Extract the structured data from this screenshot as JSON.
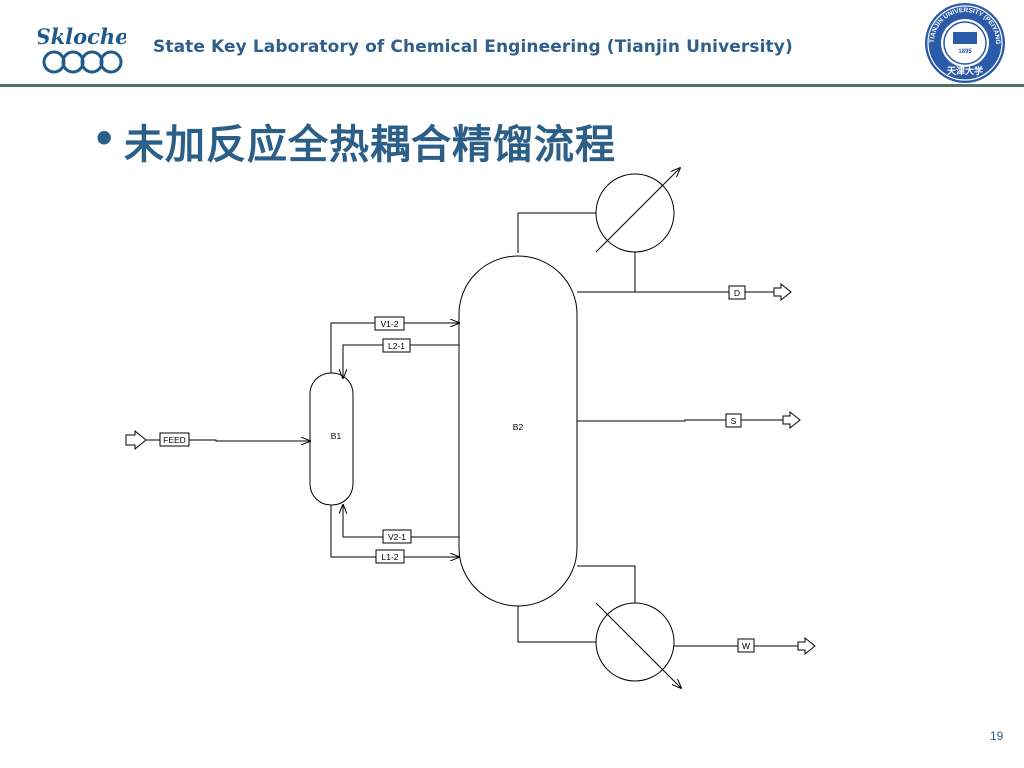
{
  "header": {
    "lab_name": "State Key Laboratory of Chemical Engineering (Tianjin University)",
    "logo_text": "Skloche",
    "university_seal": {
      "english_text": "TIANJIN UNIVERSITY (PEIYANG UNIVERSITY)",
      "year": "1895",
      "chinese_text": "天津大学"
    }
  },
  "slide": {
    "bullet": "•",
    "title": "未加反应全热耦合精馏流程",
    "page_number": "19"
  },
  "diagram": {
    "units": {
      "b1": "B1",
      "b2": "B2"
    },
    "streams": {
      "feed": "FEED",
      "v12": "V1-2",
      "l21": "L2-1",
      "v21": "V2-1",
      "l12": "L1-2",
      "d": "D",
      "s": "S",
      "w": "W"
    }
  },
  "colors": {
    "brand_blue": "#2f5f8a",
    "header_rule": "#4e7468",
    "seal_blue": "#1f4fa0"
  }
}
